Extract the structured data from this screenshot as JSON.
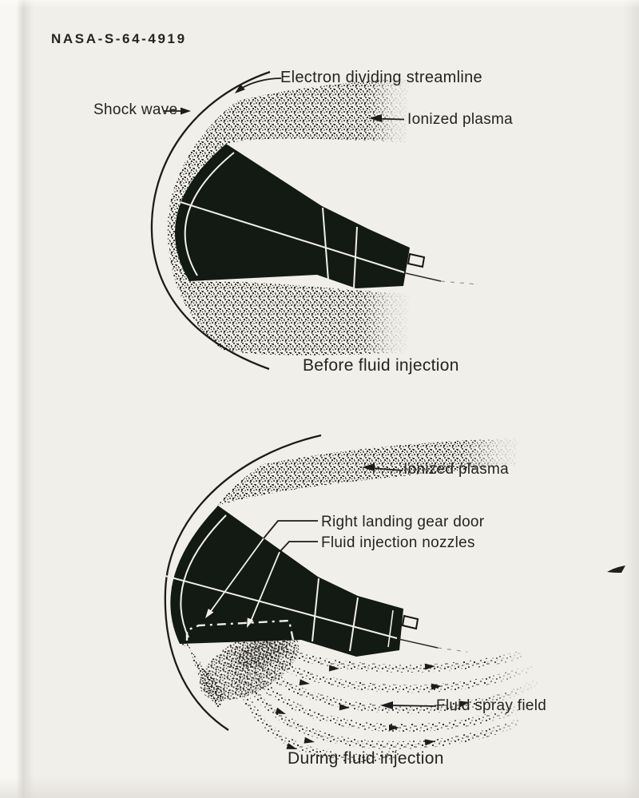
{
  "photo": {
    "catalog_number": "NASA-S-64-4919"
  },
  "colors": {
    "background": "#f1efe9",
    "ink": "#23251f",
    "capsule": "#121a13"
  },
  "top_diagram": {
    "title": "Before fluid injection",
    "labels": {
      "streamline": "Electron dividing streamline",
      "shock_wave": "Shock wave",
      "ionized_plasma": "Ionized plasma"
    }
  },
  "bottom_diagram": {
    "title": "During fluid injection",
    "labels": {
      "ionized_plasma": "Ionized plasma",
      "gear_door": "Right landing gear door",
      "nozzles": "Fluid injection nozzles",
      "spray_field": "Fluid spray field"
    }
  }
}
